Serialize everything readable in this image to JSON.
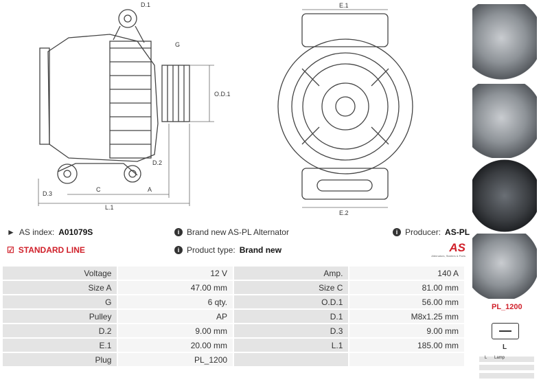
{
  "drawing": {
    "labels": {
      "d1": "D.1",
      "g": "G",
      "od1": "O.D.1",
      "d2": "D.2",
      "d3": "D.3",
      "c": "C",
      "a": "A",
      "l1": "L.1",
      "e1": "E.1",
      "e2": "E.2"
    }
  },
  "info": {
    "as_index_label": "AS index:",
    "as_index_value": "A01079S",
    "brand_text": "Brand new AS-PL Alternator",
    "producer_label": "Producer:",
    "producer_value": "AS-PL",
    "standard_line": "STANDARD LINE",
    "product_type_label": "Product type:",
    "product_type_value": "Brand new",
    "logo_text": "AS",
    "logo_tagline": "Alternators, Starters & Parts"
  },
  "specs": [
    {
      "l1": "Voltage",
      "v1": "12 V",
      "l2": "Amp.",
      "v2": "140 A"
    },
    {
      "l1": "Size A",
      "v1": "47.00 mm",
      "l2": "Size C",
      "v2": "81.00 mm"
    },
    {
      "l1": "G",
      "v1": "6 qty.",
      "l2": "O.D.1",
      "v2": "56.00 mm"
    },
    {
      "l1": "Pulley",
      "v1": "AP",
      "l2": "D.1",
      "v2": "M8x1.25 mm"
    },
    {
      "l1": "D.2",
      "v1": "9.00 mm",
      "l2": "D.3",
      "v2": "9.00 mm"
    },
    {
      "l1": "E.1",
      "v1": "20.00 mm",
      "l2": "L.1",
      "v2": "185.00 mm"
    },
    {
      "l1": "Plug",
      "v1": "PL_1200",
      "l2": "",
      "v2": ""
    }
  ],
  "sidebar": {
    "plug_name": "PL_1200",
    "terminal_letter": "L",
    "legend_key": "L",
    "legend_text": "Lamp"
  },
  "colors": {
    "accent": "#d0202a",
    "table_label_bg": "#e4e4e4",
    "table_value_bg": "#f5f5f5"
  }
}
